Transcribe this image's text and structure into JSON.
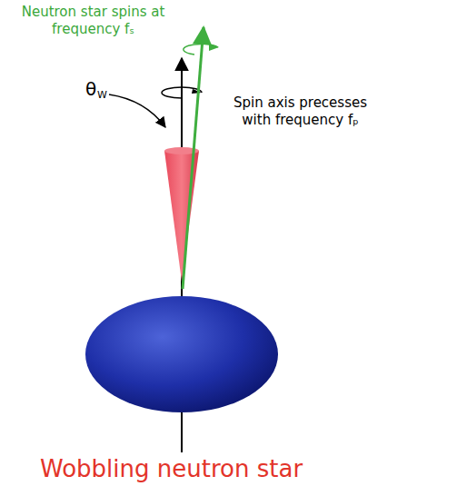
{
  "diagram": {
    "caption": "Wobbling neutron star",
    "labels": [
      "Neutron star spins at frequency fₛ",
      "Spin axis precesses with frequency fₚ",
      "θ",
      "W"
    ]
  }
}
